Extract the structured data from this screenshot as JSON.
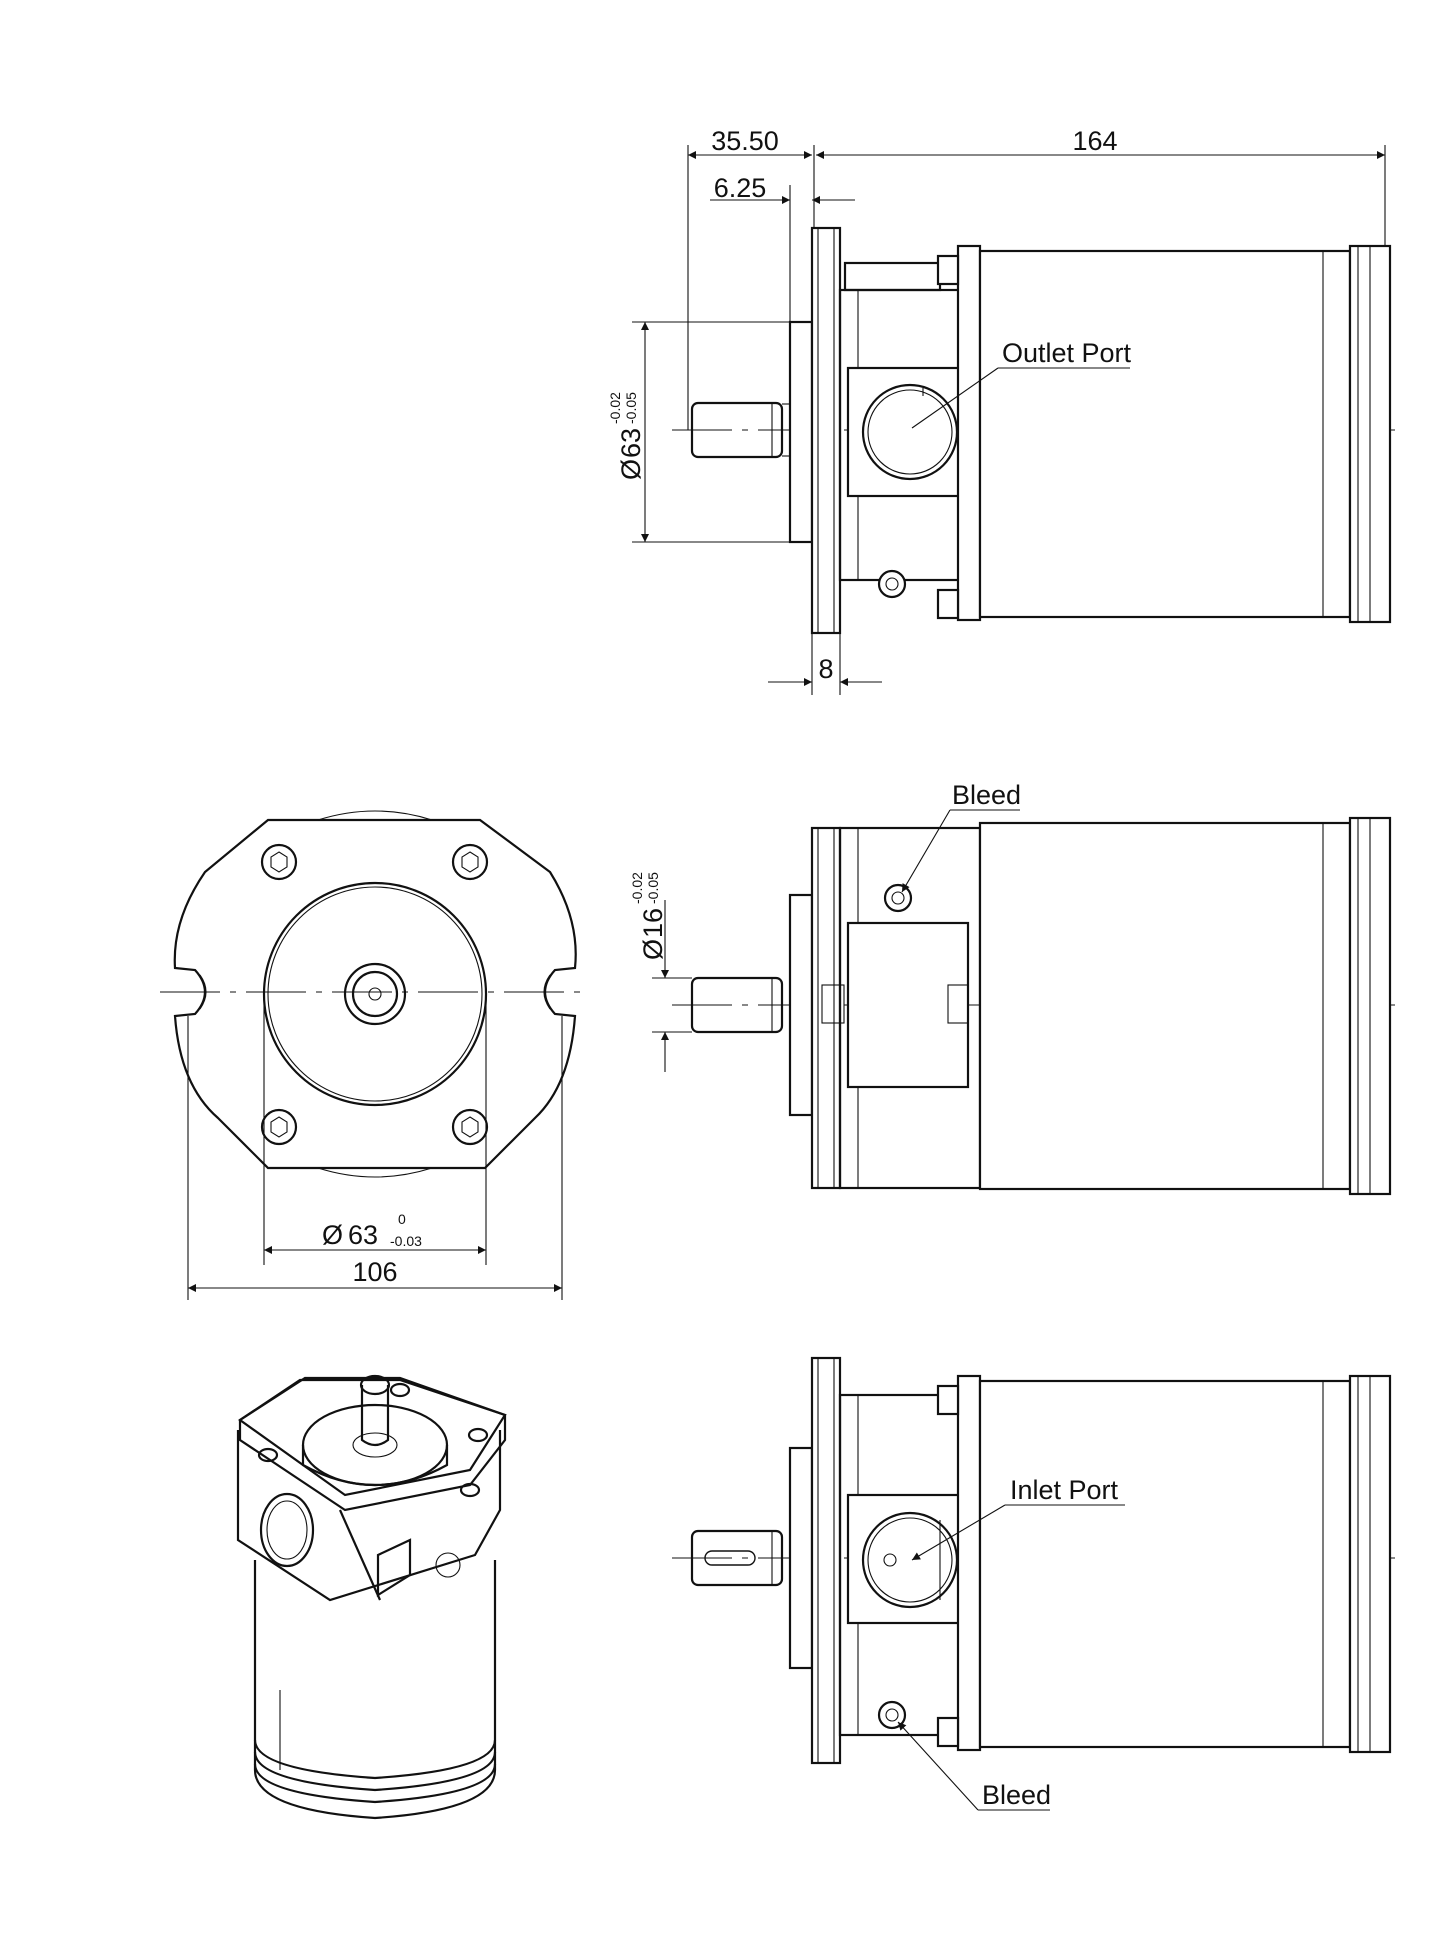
{
  "dimensions": {
    "overall_length": "164",
    "shaft_projection": "35.50",
    "pilot_depth": "6.25",
    "flange_thickness": "8",
    "pilot_diameter_side": {
      "symbol": "Ø",
      "value": "63",
      "upper_tol": "-0.02",
      "lower_tol": "-0.05"
    },
    "shaft_diameter": {
      "symbol": "Ø",
      "value": "16",
      "upper_tol": "-0.02",
      "lower_tol": "-0.05"
    },
    "pilot_diameter_front": {
      "symbol": "Ø",
      "value": "63",
      "upper_tol": "0",
      "lower_tol": "-0.03"
    },
    "flange_width": "106"
  },
  "labels": {
    "outlet_port": "Outlet Port",
    "inlet_port": "Inlet Port",
    "bleed_top": "Bleed",
    "bleed_bottom": "Bleed"
  }
}
